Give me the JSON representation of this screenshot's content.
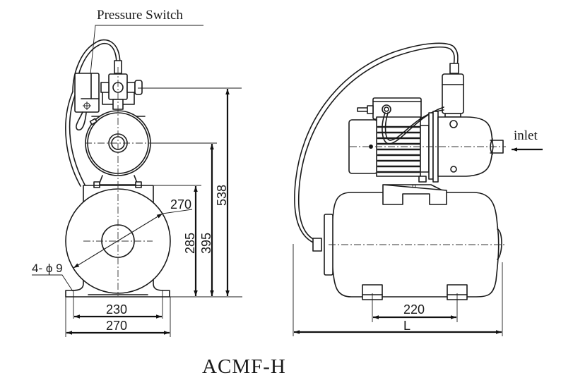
{
  "model": "ACMF-H",
  "labels": {
    "pressure_switch": "Pressure Switch",
    "inlet": "inlet"
  },
  "front_view": {
    "dimensions": {
      "tank_diameter": "270",
      "mounting_holes": "4- ϕ 9",
      "foot_hole_spacing": "230",
      "base_width": "270",
      "height_tank_top": "285",
      "height_pump_axis": "395",
      "total_height": "538"
    }
  },
  "side_view": {
    "dimensions": {
      "foot_spacing": "220",
      "overall_length": "L"
    }
  },
  "icons": {
    "inlet_arrow": "left-arrow"
  }
}
